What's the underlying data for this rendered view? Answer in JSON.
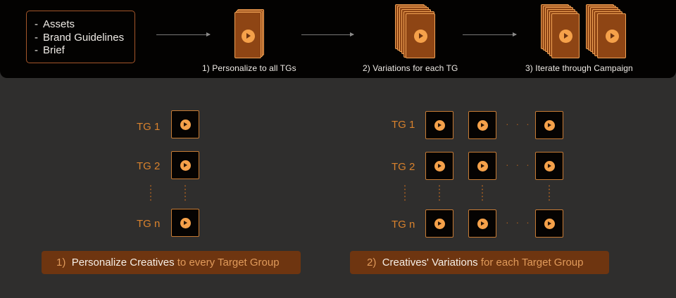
{
  "inputs": {
    "items": [
      "Assets",
      "Brand Guidelines",
      "Brief"
    ]
  },
  "steps": [
    {
      "label": "1)  Personalize to all TGs"
    },
    {
      "label": "2)  Variations for each TG"
    },
    {
      "label": "3)  Iterate through Campaign"
    }
  ],
  "left_grid": {
    "rows": [
      "TG 1",
      "TG 2",
      "TG n"
    ]
  },
  "right_grid": {
    "rows": [
      "TG 1",
      "TG 2",
      "TG n"
    ],
    "ellipsis": "· · ·"
  },
  "banners": {
    "left": {
      "num": "1)",
      "emph": "Personalize Creatives",
      "rest": "to every Target Group"
    },
    "right": {
      "num": "2)",
      "emph": "Creatives' Variations",
      "rest": "for each Target Group"
    }
  },
  "colors": {
    "accent": "#f5a14a",
    "card": "#8e4514",
    "banner": "#6e3510",
    "label": "#d9822d",
    "background": "#2f2e2d",
    "header": "#030201"
  },
  "icons": {
    "play": "play-icon"
  }
}
